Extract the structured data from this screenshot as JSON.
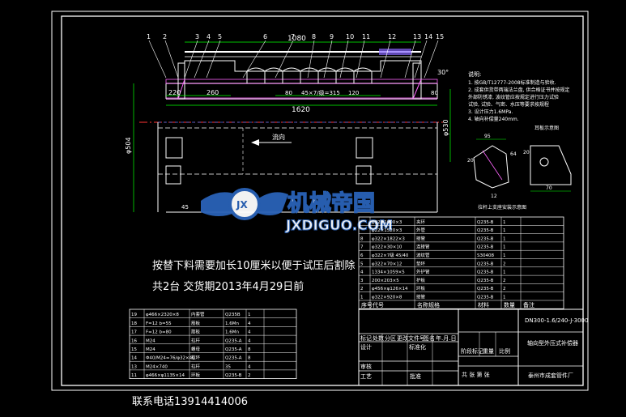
{
  "colors": {
    "background": "#000000",
    "frame": "#ffffff",
    "outline": "#ffffff",
    "dimension": "#00ff00",
    "centerline": "#ff3333",
    "hatch": "#ff66ff",
    "text_note": "#ffffff",
    "logo_blue": "#2a62b8"
  },
  "drawing": {
    "part_numbers": [
      "1",
      "2",
      "3",
      "4",
      "5",
      "6",
      "7",
      "8",
      "9",
      "10",
      "11",
      "12",
      "13",
      "14",
      "15"
    ],
    "dims": {
      "total_length": "1620",
      "upper_length": "1080",
      "d_left": "220",
      "d_260": "260",
      "d_seg1": "80",
      "d_pitch": "45×7/级=315",
      "d_120": "120",
      "d_right": "80",
      "angle": "30°",
      "dia_left": "φ504",
      "dia_right": "φ530",
      "bottom_dim": "45",
      "flow": "流向"
    }
  },
  "notes": {
    "title": "说明:",
    "lines": [
      "1. 按GB/T12777-2008标准制造与验收.",
      "2. 成套供货带两端法兰盘, 供合格证书并按规定",
      "   外部防锈漆, 波纹管应按规定进行压力试验",
      "   试验, 试验、气密、水压等要求按规程",
      "3. 设计压力1.6MPa.",
      "4. 轴向补偿量240mm."
    ]
  },
  "details": {
    "left_title": "拉杆上支座安装示意图",
    "right_title": "耳板示意图",
    "left_dims": [
      "95",
      "64",
      "20",
      "12"
    ],
    "right_dims": [
      "70",
      "20"
    ]
  },
  "logo": {
    "cn": "机械帝国",
    "en": "JXDIGUO.COM",
    "mark": "JX"
  },
  "handwritten_notes": {
    "line1": "按替下料需要加长10厘米以便于试压后割除",
    "line2": "共2台   交货期2013年4月29日前",
    "phone": "联系电话13914414006"
  },
  "parts_upper": {
    "rows": [
      {
        "no": "",
        "code": "φ22×1000×3",
        "name": "夹环",
        "mat": "Q235-B",
        "qty": "1"
      },
      {
        "no": "",
        "code": "φ22×1520×3",
        "name": "外管",
        "mat": "Q235-B",
        "qty": "1"
      },
      {
        "no": "8",
        "code": "φ322×1822×3",
        "name": "接管",
        "mat": "Q235-B",
        "qty": "1"
      },
      {
        "no": "7",
        "code": "φ322×30×10",
        "name": "连接管",
        "mat": "Q235-B",
        "qty": "1"
      },
      {
        "no": "6",
        "code": "φ322×7级 45/40",
        "name": "波纹管",
        "mat": "S30408",
        "qty": "1"
      },
      {
        "no": "5",
        "code": "φ322×70×12",
        "name": "垫环",
        "mat": "Q235-B",
        "qty": "2"
      },
      {
        "no": "4",
        "code": "1334×1059×5",
        "name": "外护管",
        "mat": "Q235-B",
        "qty": "1"
      },
      {
        "no": "3",
        "code": "200×203×5",
        "name": "护板",
        "mat": "Q235-B",
        "qty": "2"
      },
      {
        "no": "2",
        "code": "φ456×φ126×14",
        "name": "环板",
        "mat": "Q235-B",
        "qty": "2"
      },
      {
        "no": "1",
        "code": "φ322×920×8",
        "name": "接管",
        "mat": "Q235-B",
        "qty": "1"
      }
    ],
    "headers": [
      "序号",
      "代号",
      "名称规格",
      "材料",
      "数量",
      "备注"
    ]
  },
  "parts_lower": {
    "rows": [
      {
        "no": "19",
        "code": "φ466×2320×8",
        "name": "内套管",
        "mat": "Q235B",
        "qty": "1"
      },
      {
        "no": "18",
        "code": "F=12  b=55",
        "name": "筋板",
        "mat": "1.6Mn",
        "qty": "4"
      },
      {
        "no": "17",
        "code": "F=12  b=80",
        "name": "筋板",
        "mat": "1.6Mn",
        "qty": "4"
      },
      {
        "no": "16",
        "code": "M24",
        "name": "拉杆",
        "mat": "Q235-A",
        "qty": "4"
      },
      {
        "no": "15",
        "code": "M24",
        "name": "螺母",
        "mat": "Q235-A",
        "qty": "8"
      },
      {
        "no": "14",
        "code": "Φ40/M24=76/φ32×40",
        "name": "拉环",
        "mat": "Q235-A",
        "qty": "8"
      },
      {
        "no": "13",
        "code": "M24×740",
        "name": "拉杆",
        "mat": "35",
        "qty": "4"
      },
      {
        "no": "11",
        "code": "φ466×φ1135×14",
        "name": "环板",
        "mat": "Q235-B",
        "qty": "2"
      }
    ]
  },
  "title_block": {
    "model": "DN300-1.6/240-J-3000",
    "name": "轴向型外压式补偿器",
    "company": "泰州市成套管件厂",
    "labels": {
      "mark": "标记",
      "count": "处数",
      "zone": "分区",
      "change": "更改文件号",
      "sign": "签名",
      "date": "年.月.日",
      "design": "设计",
      "std": "标准化",
      "stage": "阶段标记",
      "weight": "重量",
      "scale": "比例",
      "review": "审核",
      "craft": "工艺",
      "approve": "批准",
      "sheets": "共  张   第  张"
    }
  }
}
